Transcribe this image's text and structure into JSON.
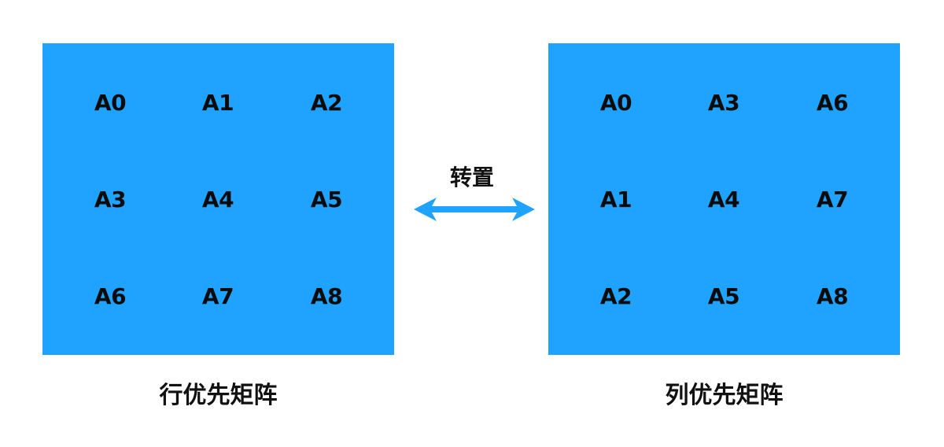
{
  "row_major": {
    "cells": [
      [
        "A0",
        "A1",
        "A2"
      ],
      [
        "A3",
        "A4",
        "A5"
      ],
      [
        "A6",
        "A7",
        "A8"
      ]
    ],
    "caption": "行优先矩阵"
  },
  "column_major": {
    "cells": [
      [
        "A0",
        "A3",
        "A6"
      ],
      [
        "A1",
        "A4",
        "A7"
      ],
      [
        "A2",
        "A5",
        "A8"
      ]
    ],
    "caption": "列优先矩阵"
  },
  "operation": {
    "label": "转置",
    "icon": "double-arrow-icon"
  },
  "colors": {
    "matrix_fill": "#1fa3ff",
    "arrow": "#1fa3ff",
    "text": "#0b0b0b"
  }
}
